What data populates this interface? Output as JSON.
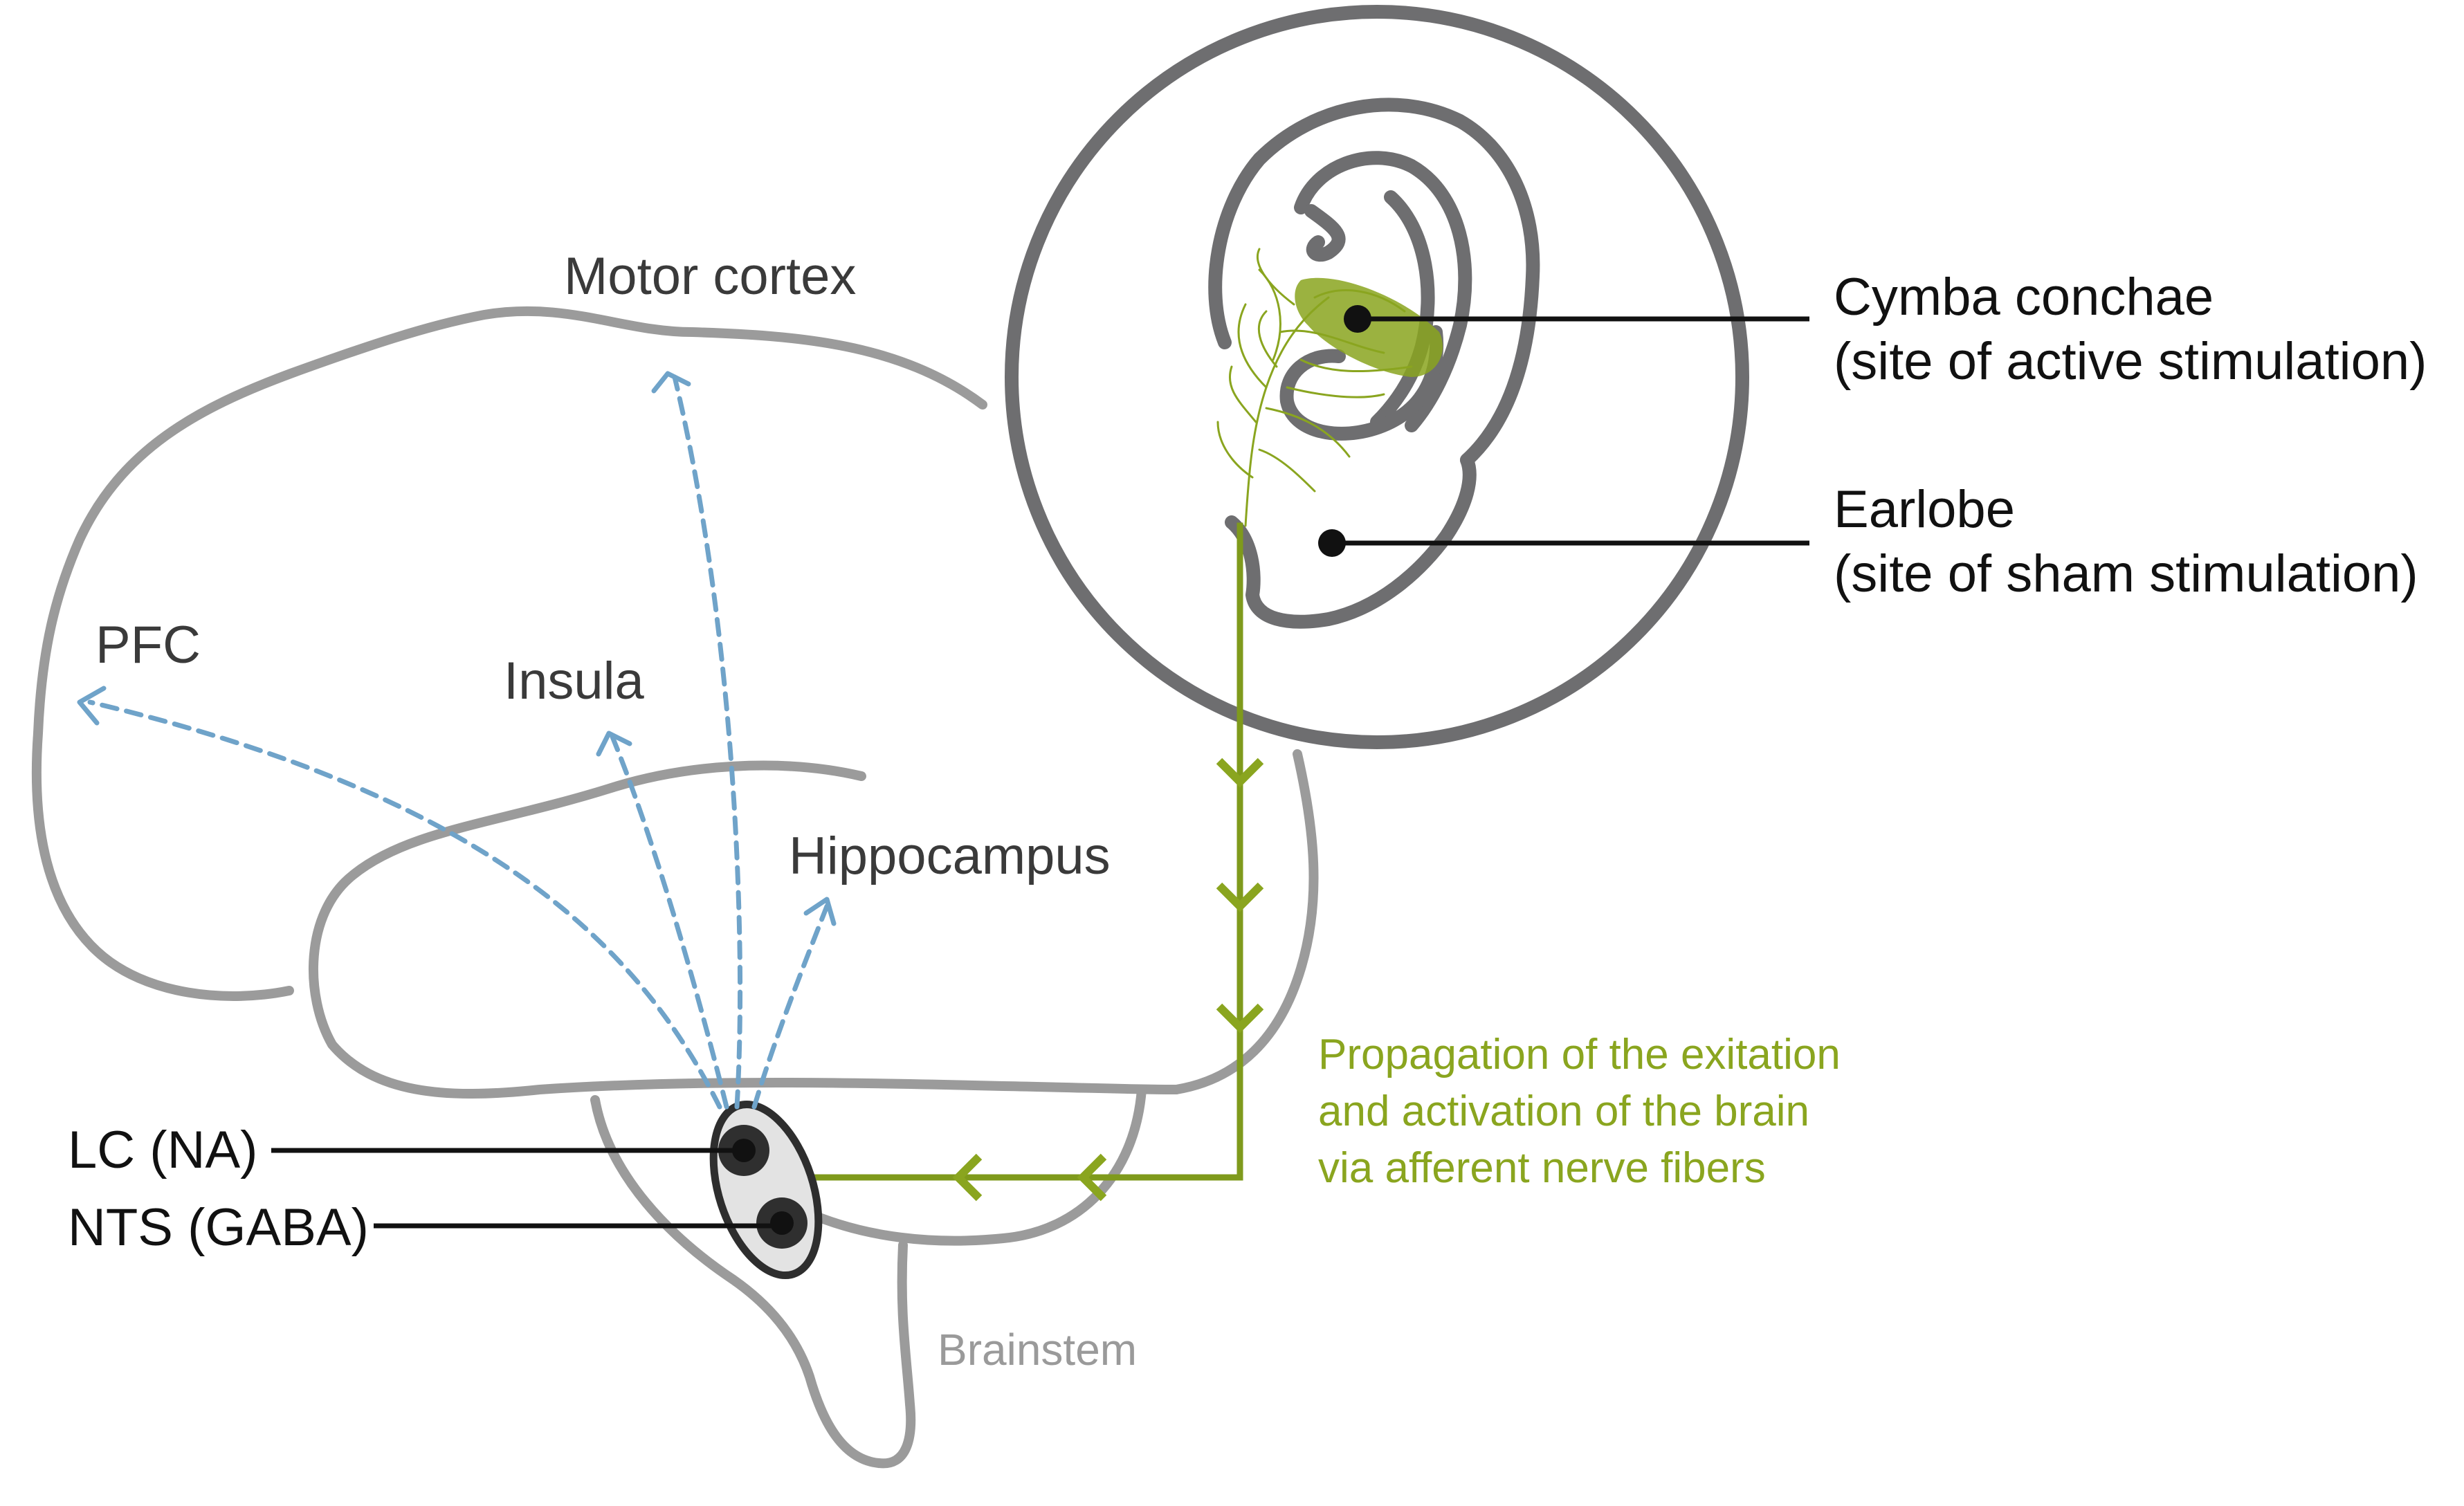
{
  "labels": {
    "motor_cortex": "Motor cortex",
    "pfc": "PFC",
    "insula": "Insula",
    "hippocampus": "Hippocampus",
    "brainstem": "Brainstem",
    "lc": "LC (NA)",
    "nts": "NTS (GABA)",
    "cymba_line1": "Cymba conchae",
    "cymba_line2": "(site of active stimulation)",
    "earlobe_line1": "Earlobe",
    "earlobe_line2": "(site of sham stimulation)",
    "propagation_line1": "Propagation of the exitation",
    "propagation_line2": "and activation of the brain",
    "propagation_line3": "via afferent nerve fibers"
  },
  "colors": {
    "brain_outline": "#9b9b9b",
    "ear_outline": "#6e6e70",
    "nerve_green": "#8aa51f",
    "projection_blue": "#6fa3c9",
    "leader_black": "#111111"
  }
}
